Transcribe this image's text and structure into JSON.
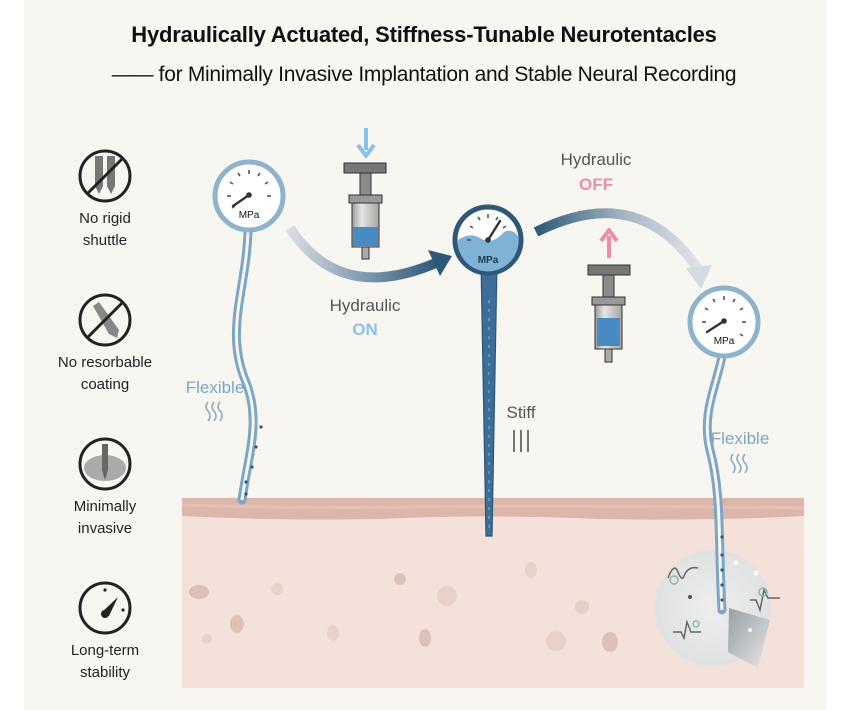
{
  "title": "Hydraulically Actuated, Stiffness-Tunable Neurotentacles",
  "subtitle": "—— for Minimally Invasive Implantation and Stable Neural Recording",
  "features": [
    {
      "icon": "no-rigid-shuttle-icon",
      "label_line1": "No rigid",
      "label_line2": "shuttle"
    },
    {
      "icon": "no-resorbable-coating-icon",
      "label_line1": "No resorbable",
      "label_line2": "coating"
    },
    {
      "icon": "minimally-invasive-icon",
      "label_line1": "Minimally",
      "label_line2": "invasive"
    },
    {
      "icon": "long-term-stability-icon",
      "label_line1": "Long-term",
      "label_line2": "stability"
    }
  ],
  "stages": {
    "left": {
      "gauge_unit": "MPa",
      "state_label": "Flexible"
    },
    "middle": {
      "gauge_unit": "MPa",
      "state_label": "Stiff"
    },
    "right": {
      "gauge_unit": "MPa",
      "state_label": "Flexible"
    }
  },
  "transitions": {
    "on": {
      "label": "Hydraulic",
      "state": "ON"
    },
    "off": {
      "label": "Hydraulic",
      "state": "OFF"
    }
  },
  "colors": {
    "on_accent": "#8cc0ea",
    "off_accent": "#ef8ea2",
    "probe_blue": "#3b6f99",
    "flexible_text": "#7ea6c4",
    "tissue": "#f4e2da",
    "skin": "#dcb6aa"
  }
}
